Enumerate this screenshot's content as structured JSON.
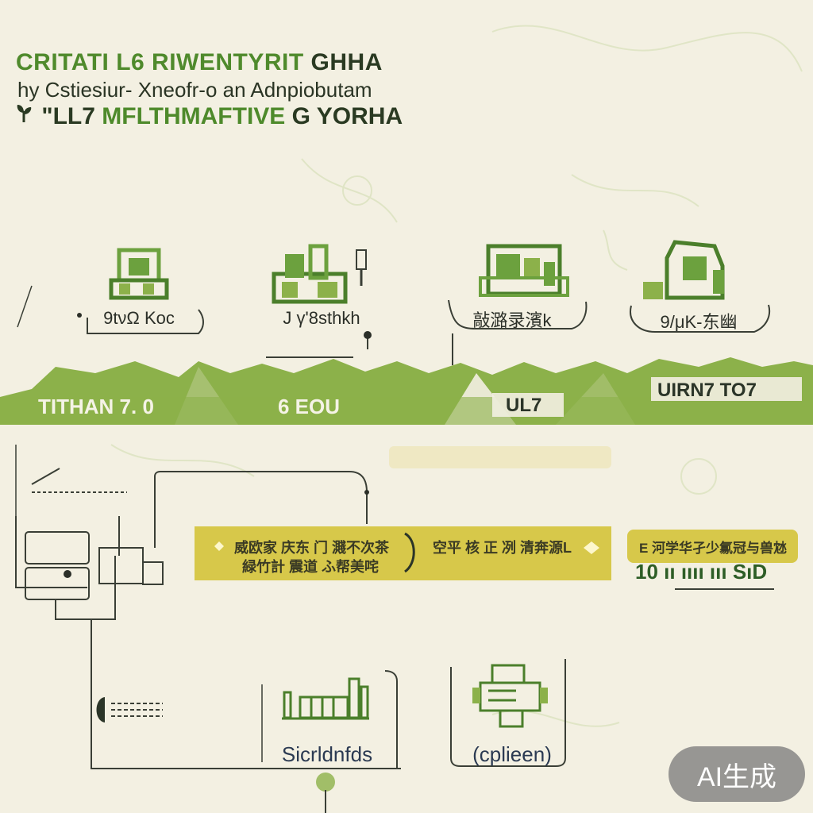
{
  "header": {
    "line1_green": "CRITATI L6 RIWENTYRIT",
    "line1_dark": "GHHA",
    "line2": "hy Cstiesiur- Xneofr-o an Adnpiobutam",
    "line3_dark": "\"LL7",
    "line3_green": "MFLTHMAFTIVE",
    "line3_tail": "G YORHA"
  },
  "nodes": [
    {
      "label": "9tνΩ Kοc"
    },
    {
      "label": "J γ'8sthkh"
    },
    {
      "label": "敲潞录濱k"
    },
    {
      "label": "9/μK-东幽"
    }
  ],
  "band": {
    "label_1": "TITHAN 7. 0",
    "label_2": "6 EOU",
    "label_3": "UL7",
    "label_4": "UIRN7 TO7"
  },
  "yellow": {
    "left_line1": "威欧家 庆东 门 濺不次茶",
    "left_line2": "緑竹計 震道 ふ帮美咤",
    "mid_line": "空平 核 正 冽 清奔源L",
    "right_line": "E 河学华孑少氱冠与兽沊",
    "code": "10 ıı ıııı ııı SıD"
  },
  "bottom": {
    "left_caption": "Sicrldnfds",
    "right_caption": "(cplieen)"
  },
  "badge": "AI生成",
  "colors": {
    "paper": "#f3f0e2",
    "band_green": "#8cb14a",
    "icon_green": "#6ca13e",
    "yellow_bar": "#d7c84a",
    "line_dark": "#3a3f36"
  }
}
